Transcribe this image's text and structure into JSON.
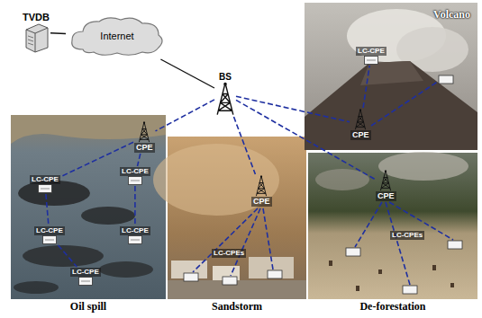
{
  "diagram": {
    "nodes": [
      {
        "text": [
          "TVDB"
        ]
      },
      {
        "text": [
          "Internet"
        ]
      },
      {
        "text": [
          "BS"
        ]
      },
      {
        "text": [
          "Volcano"
        ]
      },
      {
        "text": [
          "LC-CPE"
        ],
        "in": 3
      },
      {
        "text": [
          "CPE"
        ],
        "in": 3
      },
      {
        "text": [
          "Oil spill"
        ]
      },
      {
        "text": [
          "CPE"
        ],
        "in": 6
      },
      {
        "text": [
          "LC-CPE"
        ],
        "in": 6
      },
      {
        "text": [
          "LC-CPE"
        ],
        "in": 6
      },
      {
        "text": [
          "LC-CPE"
        ],
        "in": 6
      },
      {
        "text": [
          "LC-CPE"
        ],
        "in": 6
      },
      {
        "text": [
          "LC-CPE"
        ],
        "in": 6
      },
      {
        "text": [
          "Sandstorm"
        ]
      },
      {
        "text": [
          "CPE"
        ],
        "in": 13
      },
      {
        "text": [
          "De-forestation"
        ]
      },
      {
        "text": [
          "CPE"
        ],
        "in": 15
      }
    ],
    "edges": [
      {
        "from": 0,
        "to": 1,
        "arrow": "none"
      },
      {
        "from": 1,
        "to": 2,
        "arrow": "none"
      },
      {
        "from": 2,
        "to": 5,
        "arrow": "none"
      },
      {
        "from": 5,
        "to": 4,
        "arrow": "none"
      },
      {
        "from": 2,
        "to": 7,
        "arrow": "none"
      },
      {
        "from": 7,
        "to": 8,
        "arrow": "none"
      },
      {
        "from": 8,
        "to": 10,
        "arrow": "none"
      },
      {
        "from": 10,
        "to": 12,
        "arrow": "none"
      },
      {
        "from": 7,
        "to": 9,
        "arrow": "none"
      },
      {
        "from": 9,
        "to": 11,
        "arrow": "none"
      },
      {
        "from": 2,
        "to": 14,
        "arrow": "none"
      },
      {
        "from": 2,
        "to": 16,
        "arrow": "none"
      }
    ],
    "labels": [
      "LC-CPEs",
      "LC-CPEs"
    ]
  }
}
